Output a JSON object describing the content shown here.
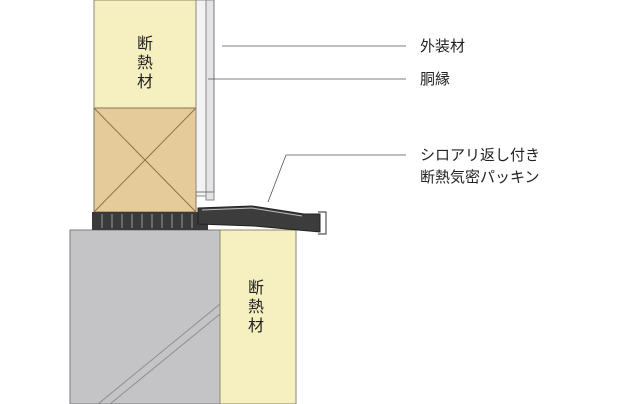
{
  "colors": {
    "insulation": "#f6efbf",
    "timber": "#e6cb9a",
    "concrete": "#c4c4c6",
    "packing": "#3a3a3a",
    "cladding": "#e4e4e6",
    "leader": "#555555"
  },
  "upper_insulation": {
    "label": "断\n熱\n材"
  },
  "lower_insulation": {
    "label": "断\n熱\n材"
  },
  "callouts": {
    "cladding": "外装材",
    "furring": "胴縁",
    "packing_line1": "シロアリ返し付き",
    "packing_line2": "断熱気密パッキン"
  }
}
